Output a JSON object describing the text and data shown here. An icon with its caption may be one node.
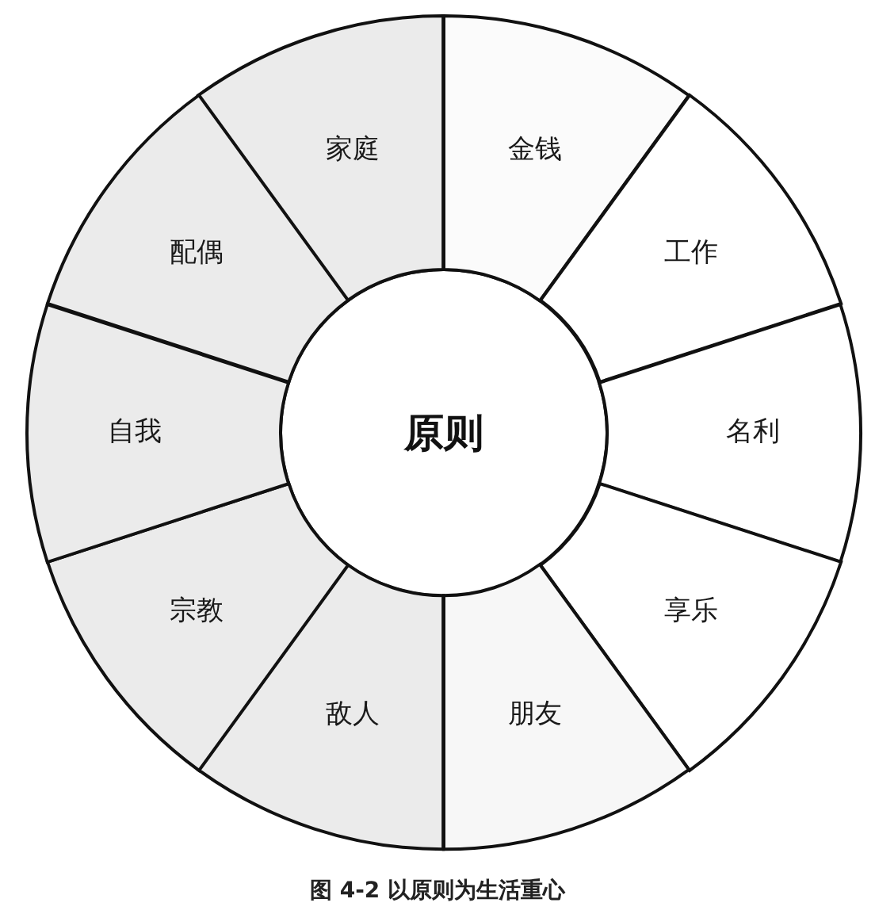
{
  "diagram": {
    "caption": "图 4-2 以原则为生活重心",
    "nodes": [
      {
        "text": [
          "原则"
        ]
      },
      {
        "text": [
          "家庭"
        ]
      },
      {
        "text": [
          "金钱"
        ]
      },
      {
        "text": [
          "工作"
        ]
      },
      {
        "text": [
          "名利"
        ]
      },
      {
        "text": [
          "享乐"
        ]
      },
      {
        "text": [
          "朋友"
        ]
      },
      {
        "text": [
          "敌人"
        ]
      },
      {
        "text": [
          "宗教"
        ]
      },
      {
        "text": [
          "自我"
        ]
      },
      {
        "text": [
          "配偶"
        ]
      }
    ]
  }
}
